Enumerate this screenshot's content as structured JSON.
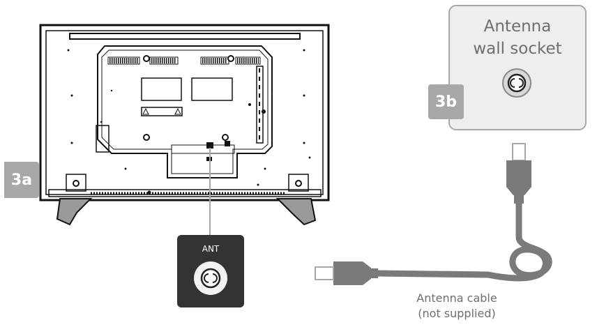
{
  "badges": {
    "tv_step": "3a",
    "wall_step": "3b"
  },
  "tv_panel": {
    "warning_label": ""
  },
  "wall_socket": {
    "title_line1": "Antenna",
    "title_line2": "wall socket"
  },
  "ant_port": {
    "label": "ANT"
  },
  "cable": {
    "caption_line1": "Antenna cable",
    "caption_line2": "(not supplied)"
  },
  "colors": {
    "line": "#111111",
    "cable_gray": "#7a7a7a",
    "badge_gray": "#a8a8a8",
    "wall_bg": "#eeeeee",
    "port_bg": "#333333"
  }
}
